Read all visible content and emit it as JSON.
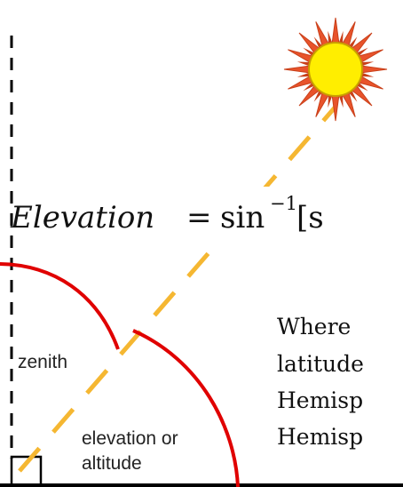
{
  "diagram": {
    "labels": {
      "zenith": "zenith",
      "elevation_line1": "elevation or",
      "elevation_line2": "altitude"
    },
    "formula": {
      "lhs": "Elevation",
      "equals": "=",
      "func": "sin",
      "superscript": "−1",
      "rest": "[s"
    },
    "description": {
      "line1": "Where",
      "line2": "latitude",
      "line3": "Hemisp",
      "line4": "Hemisp"
    },
    "icons": {
      "sun": "sun-icon"
    },
    "colors": {
      "sun_fill": "#ffee00",
      "sun_rays_outer": "#e8532b",
      "sun_rays_inner": "#c9401a",
      "arc": "#e00000",
      "sun_line": "#f5b732",
      "axis": "#000000"
    }
  }
}
